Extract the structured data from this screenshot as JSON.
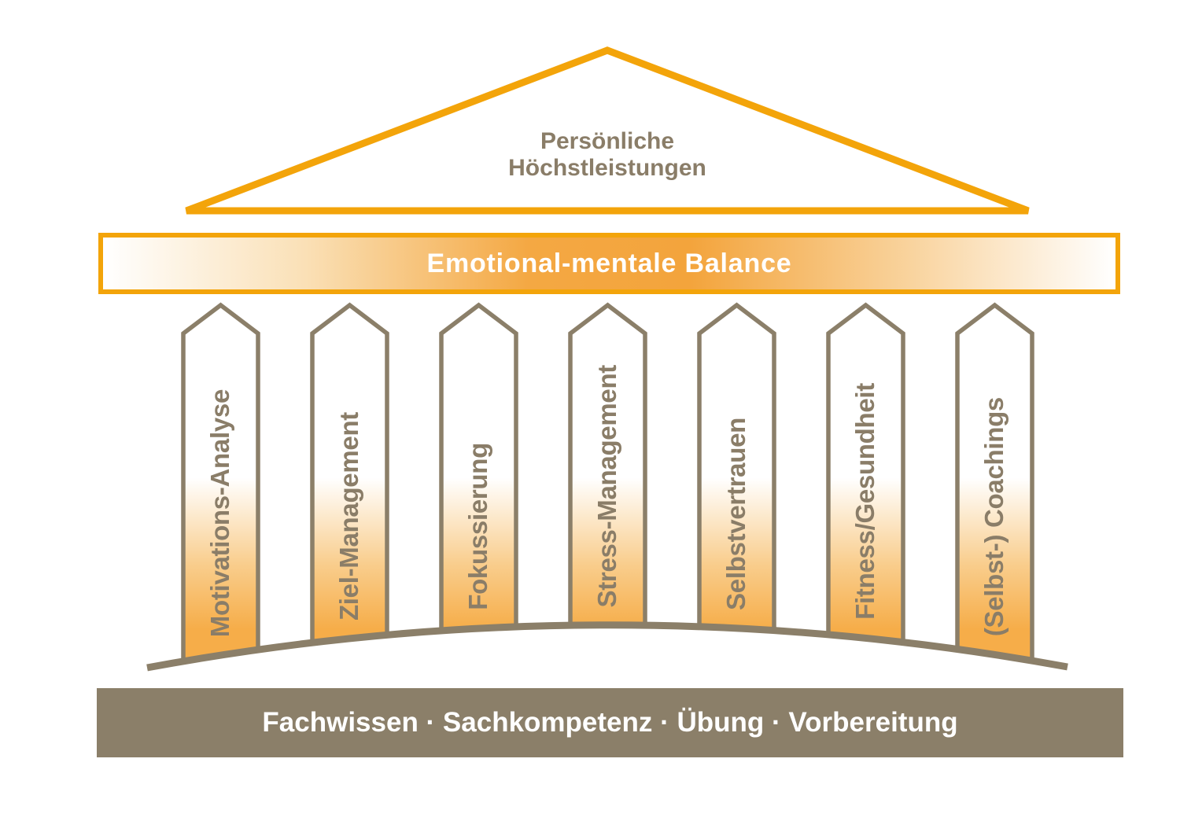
{
  "title": {
    "line1": "Persönliche",
    "line2": "Höchstleistungen"
  },
  "architrave": {
    "label": "Emotional-mentale Balance"
  },
  "pillars": [
    {
      "label": "Motivations-Analyse"
    },
    {
      "label": "Ziel-Management"
    },
    {
      "label": "Fokussierung"
    },
    {
      "label": "Stress-Management"
    },
    {
      "label": "Selbstvertrauen"
    },
    {
      "label": "Fitness/Gesundheit"
    },
    {
      "label": "(Selbst-) Coachings"
    }
  ],
  "base": {
    "label": "Fachwissen · Sachkompetenz · Übung · Vorbereitung"
  },
  "colors": {
    "accent_orange": "#F3A40A",
    "architrave_orange_center": "#F3A43C",
    "pillar_orange_bottom": "#F6AD49",
    "taupe": "#8B7F69",
    "text_taupe": "#8A7D68",
    "text_white": "#FFFFFF",
    "background": "#FFFFFF"
  }
}
